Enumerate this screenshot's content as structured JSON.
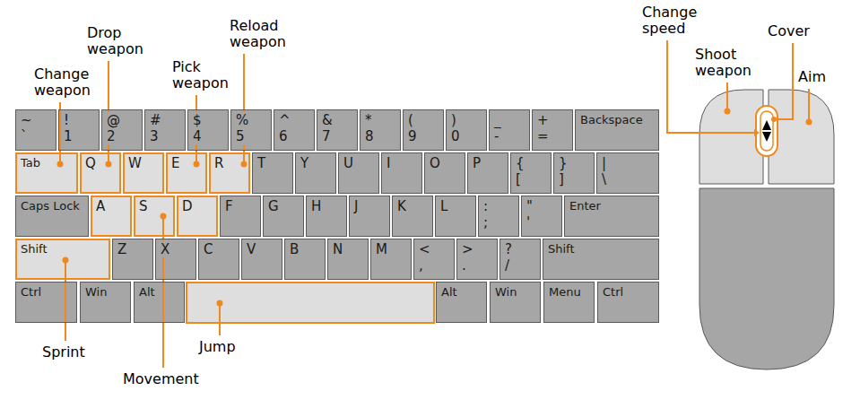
{
  "diagram": {
    "nodes": [
      {
        "text": [
          "~",
          "`"
        ]
      },
      {
        "text": [
          "!",
          "1"
        ]
      },
      {
        "text": [
          "@",
          "2"
        ]
      },
      {
        "text": [
          "#",
          "3"
        ]
      },
      {
        "text": [
          "$",
          "4"
        ]
      },
      {
        "text": [
          "%",
          "5"
        ]
      },
      {
        "text": [
          "^",
          "6"
        ]
      },
      {
        "text": [
          "&",
          "7"
        ]
      },
      {
        "text": [
          "*",
          "8"
        ]
      },
      {
        "text": [
          "(",
          "9"
        ]
      },
      {
        "text": [
          ")",
          "0"
        ]
      },
      {
        "text": [
          "_",
          "-"
        ]
      },
      {
        "text": [
          "+",
          "="
        ]
      },
      {
        "text": [
          "Backspace"
        ]
      },
      {
        "text": [
          "Tab"
        ]
      },
      {
        "text": [
          "Q"
        ]
      },
      {
        "text": [
          "W"
        ]
      },
      {
        "text": [
          "E"
        ]
      },
      {
        "text": [
          "R"
        ]
      },
      {
        "text": [
          "T"
        ]
      },
      {
        "text": [
          "Y"
        ]
      },
      {
        "text": [
          "U"
        ]
      },
      {
        "text": [
          "I"
        ]
      },
      {
        "text": [
          "O"
        ]
      },
      {
        "text": [
          "P"
        ]
      },
      {
        "text": [
          "{",
          "["
        ]
      },
      {
        "text": [
          "}",
          "]"
        ]
      },
      {
        "text": [
          "|",
          "\\"
        ]
      },
      {
        "text": [
          "Caps Lock"
        ]
      },
      {
        "text": [
          "A"
        ]
      },
      {
        "text": [
          "S"
        ]
      },
      {
        "text": [
          "D"
        ]
      },
      {
        "text": [
          "F"
        ]
      },
      {
        "text": [
          "G"
        ]
      },
      {
        "text": [
          "H"
        ]
      },
      {
        "text": [
          "J"
        ]
      },
      {
        "text": [
          "K"
        ]
      },
      {
        "text": [
          "L"
        ]
      },
      {
        "text": [
          ":",
          ";"
        ]
      },
      {
        "text": [
          "\"",
          "'"
        ]
      },
      {
        "text": [
          "Enter"
        ]
      },
      {
        "text": [
          "Shift"
        ]
      },
      {
        "text": [
          "Z"
        ]
      },
      {
        "text": [
          "X"
        ]
      },
      {
        "text": [
          "C"
        ]
      },
      {
        "text": [
          "V"
        ]
      },
      {
        "text": [
          "B"
        ]
      },
      {
        "text": [
          "N"
        ]
      },
      {
        "text": [
          "M"
        ]
      },
      {
        "text": [
          "<",
          ","
        ]
      },
      {
        "text": [
          ">",
          "."
        ]
      },
      {
        "text": [
          "?",
          "/"
        ]
      },
      {
        "text": [
          "Shift"
        ]
      },
      {
        "text": [
          "Ctrl"
        ]
      },
      {
        "text": [
          "Win"
        ]
      },
      {
        "text": [
          "Alt"
        ]
      },
      {
        "text": [
          "Alt"
        ]
      },
      {
        "text": [
          "Win"
        ]
      },
      {
        "text": [
          "Menu"
        ]
      },
      {
        "text": [
          "Ctrl"
        ]
      }
    ],
    "labels": [
      "Change weapon",
      "Drop weapon",
      "Pick weapon",
      "Reload weapon",
      "Sprint",
      "Movement",
      "Jump",
      "Change speed",
      "Shoot weapon",
      "Cover",
      "Aim"
    ]
  }
}
